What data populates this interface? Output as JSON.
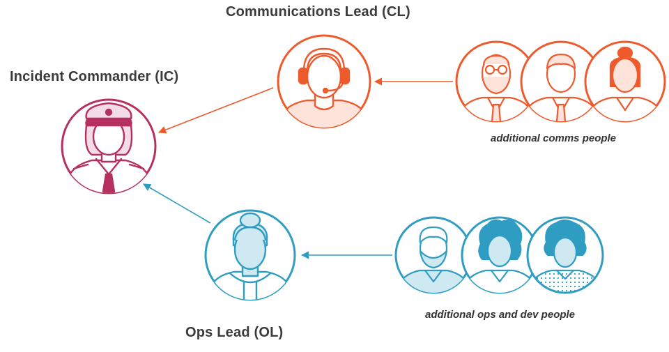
{
  "roles": {
    "incident_commander": {
      "title": "Incident Commander (IC)"
    },
    "communications_lead": {
      "title": "Communications Lead (CL)"
    },
    "ops_lead": {
      "title": "Ops Lead (OL)"
    }
  },
  "groups": {
    "comms": {
      "caption": "additional comms people"
    },
    "ops": {
      "caption": "additional ops and dev people"
    }
  },
  "colors": {
    "ic": "#b5305f",
    "ic_light": "#f3dce6",
    "cl": "#ef5a2c",
    "cl_light": "#fde3d9",
    "ol": "#2e9dc1",
    "ol_light": "#cfe9f3",
    "text": "#3b3b3b"
  },
  "icons": [
    "incident-commander-avatar",
    "communications-lead-headset-avatar",
    "ops-lead-avatar",
    "comms-person-glasses-beard-icon",
    "comms-person-man-icon",
    "comms-person-woman-bun-icon",
    "ops-person-beard-icon",
    "ops-person-curly-hair-icon",
    "ops-person-afro-icon"
  ]
}
